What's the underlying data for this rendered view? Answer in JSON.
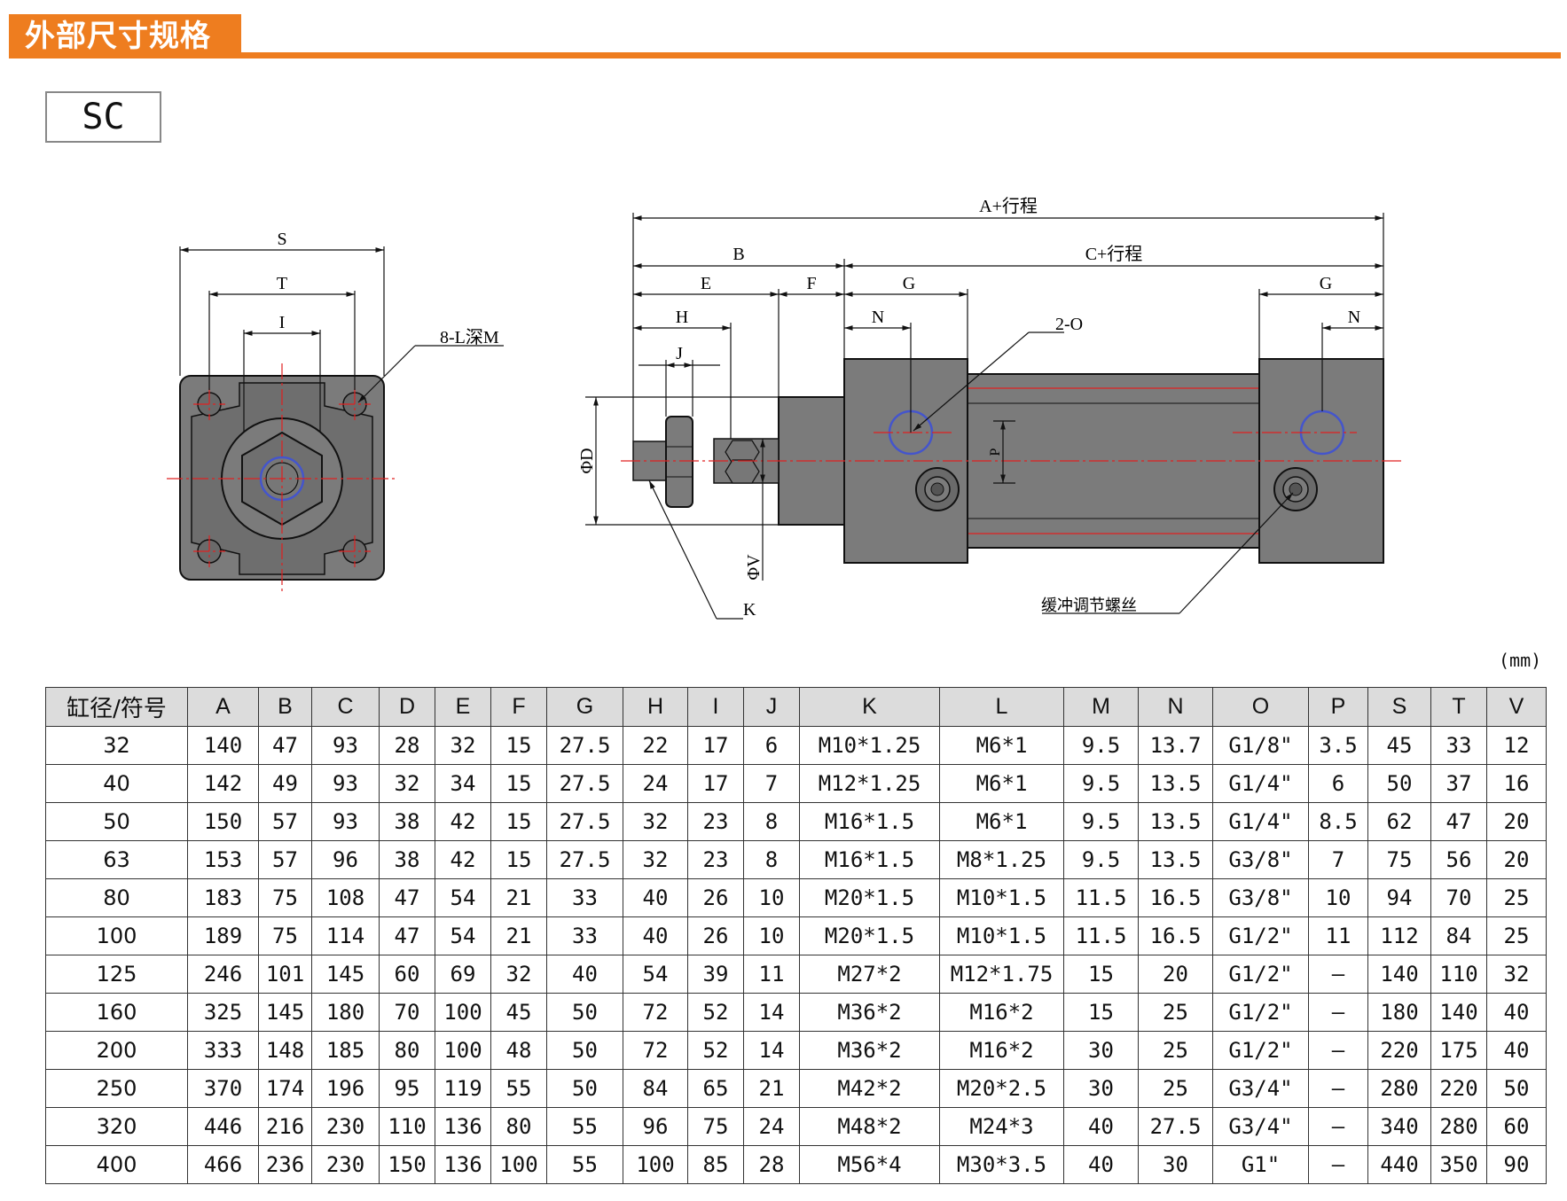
{
  "header": {
    "title": "外部尺寸规格"
  },
  "model": {
    "code": "SC"
  },
  "drawing": {
    "front_labels": {
      "S": "S",
      "T": "T",
      "I": "I",
      "bolt": "8-L深M"
    },
    "side_labels": {
      "A": "A+行程",
      "B": "B",
      "C": "C+行程",
      "E": "E",
      "F": "F",
      "G1": "G",
      "G2": "G",
      "H": "H",
      "J": "J",
      "N1": "N",
      "N2": "N",
      "port": "2-O",
      "D": "ΦD",
      "V": "ΦV",
      "P": "P",
      "K": "K",
      "cushion": "缓冲调节螺丝"
    }
  },
  "unit": "(mm)",
  "table": {
    "headers": [
      "缸径/符号",
      "A",
      "B",
      "C",
      "D",
      "E",
      "F",
      "G",
      "H",
      "I",
      "J",
      "K",
      "L",
      "M",
      "N",
      "O",
      "P",
      "S",
      "T",
      "V"
    ],
    "rows": [
      [
        "32",
        "140",
        "47",
        "93",
        "28",
        "32",
        "15",
        "27.5",
        "22",
        "17",
        "6",
        "M10*1.25",
        "M6*1",
        "9.5",
        "13.7",
        "G1/8\"",
        "3.5",
        "45",
        "33",
        "12"
      ],
      [
        "40",
        "142",
        "49",
        "93",
        "32",
        "34",
        "15",
        "27.5",
        "24",
        "17",
        "7",
        "M12*1.25",
        "M6*1",
        "9.5",
        "13.5",
        "G1/4\"",
        "6",
        "50",
        "37",
        "16"
      ],
      [
        "50",
        "150",
        "57",
        "93",
        "38",
        "42",
        "15",
        "27.5",
        "32",
        "23",
        "8",
        "M16*1.5",
        "M6*1",
        "9.5",
        "13.5",
        "G1/4\"",
        "8.5",
        "62",
        "47",
        "20"
      ],
      [
        "63",
        "153",
        "57",
        "96",
        "38",
        "42",
        "15",
        "27.5",
        "32",
        "23",
        "8",
        "M16*1.5",
        "M8*1.25",
        "9.5",
        "13.5",
        "G3/8\"",
        "7",
        "75",
        "56",
        "20"
      ],
      [
        "80",
        "183",
        "75",
        "108",
        "47",
        "54",
        "21",
        "33",
        "40",
        "26",
        "10",
        "M20*1.5",
        "M10*1.5",
        "11.5",
        "16.5",
        "G3/8\"",
        "10",
        "94",
        "70",
        "25"
      ],
      [
        "100",
        "189",
        "75",
        "114",
        "47",
        "54",
        "21",
        "33",
        "40",
        "26",
        "10",
        "M20*1.5",
        "M10*1.5",
        "11.5",
        "16.5",
        "G1/2\"",
        "11",
        "112",
        "84",
        "25"
      ],
      [
        "125",
        "246",
        "101",
        "145",
        "60",
        "69",
        "32",
        "40",
        "54",
        "39",
        "11",
        "M27*2",
        "M12*1.75",
        "15",
        "20",
        "G1/2\"",
        "–",
        "140",
        "110",
        "32"
      ],
      [
        "160",
        "325",
        "145",
        "180",
        "70",
        "100",
        "45",
        "50",
        "72",
        "52",
        "14",
        "M36*2",
        "M16*2",
        "15",
        "25",
        "G1/2\"",
        "–",
        "180",
        "140",
        "40"
      ],
      [
        "200",
        "333",
        "148",
        "185",
        "80",
        "100",
        "48",
        "50",
        "72",
        "52",
        "14",
        "M36*2",
        "M16*2",
        "30",
        "25",
        "G1/2\"",
        "–",
        "220",
        "175",
        "40"
      ],
      [
        "250",
        "370",
        "174",
        "196",
        "95",
        "119",
        "55",
        "50",
        "84",
        "65",
        "21",
        "M42*2",
        "M20*2.5",
        "30",
        "25",
        "G3/4\"",
        "–",
        "280",
        "220",
        "50"
      ],
      [
        "320",
        "446",
        "216",
        "230",
        "110",
        "136",
        "80",
        "55",
        "96",
        "75",
        "24",
        "M48*2",
        "M24*3",
        "40",
        "27.5",
        "G3/4\"",
        "–",
        "340",
        "280",
        "60"
      ],
      [
        "400",
        "466",
        "236",
        "230",
        "150",
        "136",
        "100",
        "55",
        "100",
        "85",
        "28",
        "M56*4",
        "M30*3.5",
        "40",
        "30",
        "G1\"",
        "–",
        "440",
        "350",
        "90"
      ]
    ]
  },
  "colors": {
    "accent": "#ee7d1f",
    "body": "#7b7b7b",
    "centerline": "#e02020",
    "port": "#4455cc"
  }
}
